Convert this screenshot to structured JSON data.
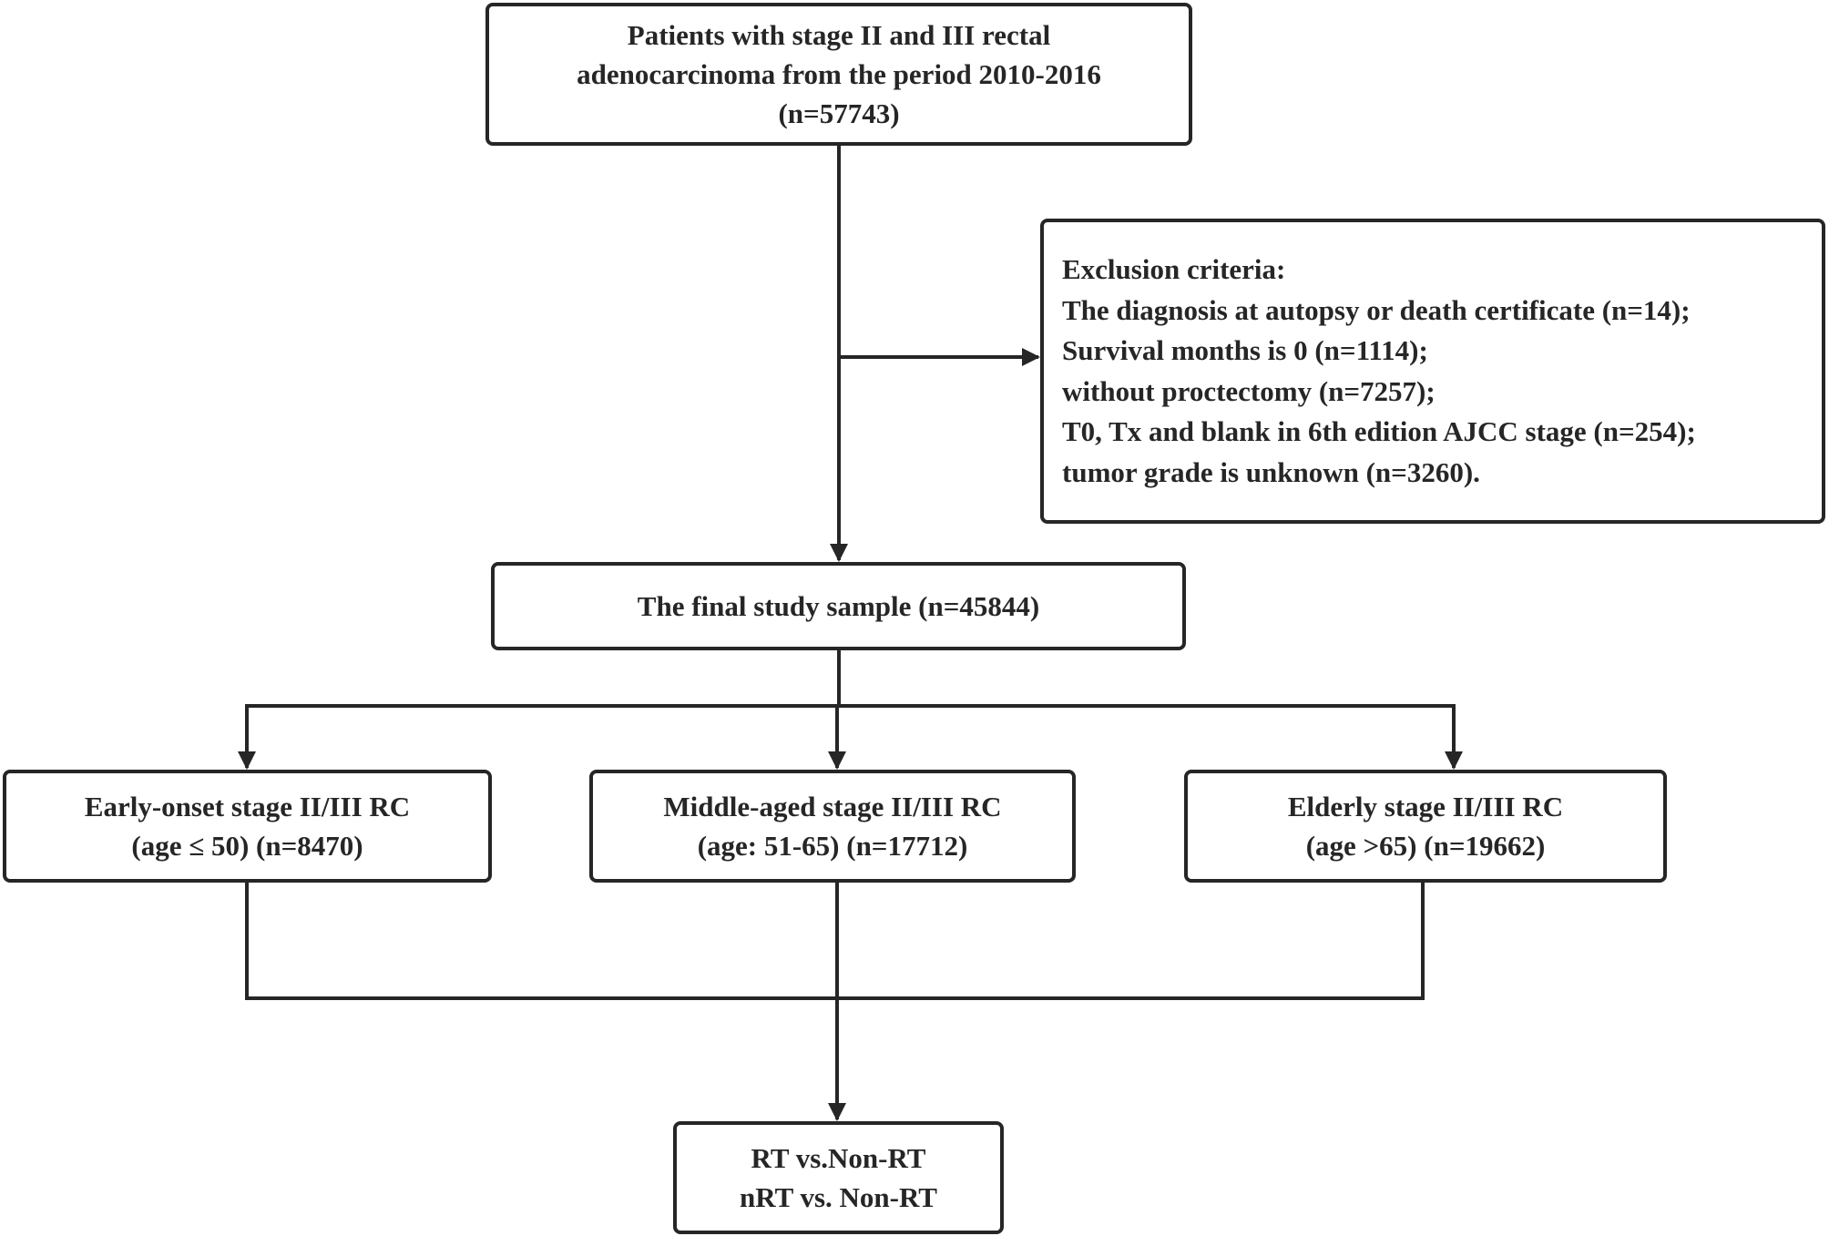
{
  "flow": {
    "source": {
      "lines": [
        "Patients with stage II and III rectal",
        "adenocarcinoma from the period 2010-2016",
        "(n=57743)"
      ]
    },
    "exclusion": {
      "lines": [
        "Exclusion criteria:",
        "The diagnosis at autopsy or death certificate (n=14);",
        "Survival months is 0 (n=1114);",
        "without proctectomy (n=7257);",
        "T0, Tx and blank in 6th edition AJCC stage (n=254);",
        "tumor grade is unknown (n=3260)."
      ]
    },
    "final_sample": {
      "lines": [
        "The final study sample (n=45844)"
      ]
    },
    "groups": [
      {
        "lines": [
          "Early-onset stage II/III RC",
          "(age ≤ 50) (n=8470)"
        ]
      },
      {
        "lines": [
          "Middle-aged stage II/III RC",
          "(age: 51-65) (n=17712)"
        ]
      },
      {
        "lines": [
          "Elderly stage II/III RC",
          "(age >65) (n=19662)"
        ]
      }
    ],
    "outcome": {
      "lines": [
        "RT vs.Non-RT",
        "nRT vs. Non-RT"
      ]
    }
  },
  "colors": {
    "line": "#262626",
    "box_fill": "#ffffff",
    "background": "#ffffff"
  }
}
